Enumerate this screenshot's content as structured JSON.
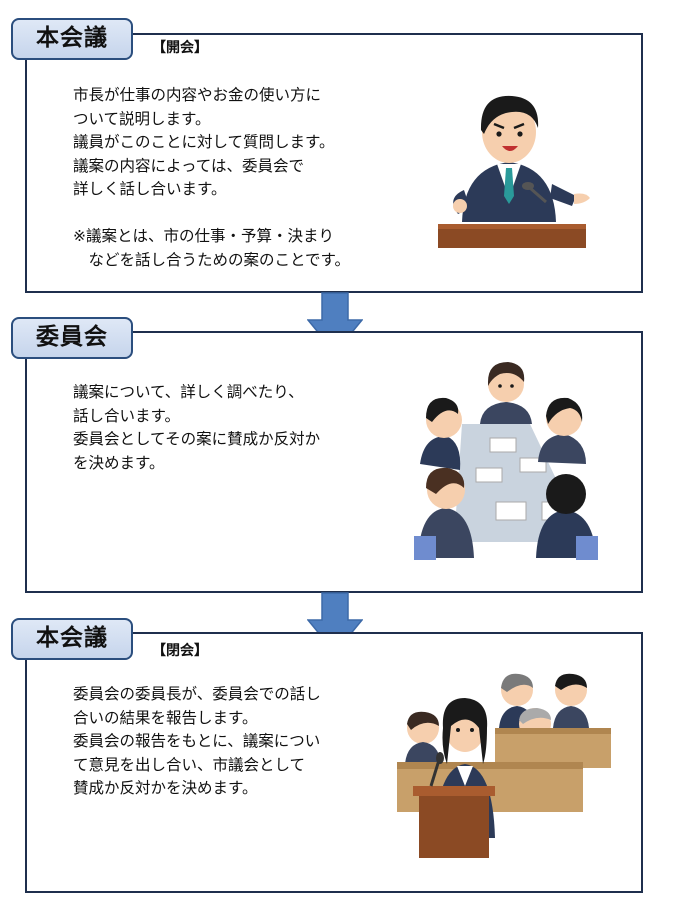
{
  "sections": [
    {
      "title": "本会議",
      "note": "【開会】",
      "text": "市長が仕事の内容やお金の使い方に\nついて説明します。\n議員がこのことに対して質問します。\n議案の内容によっては、委員会で\n詳しく話し合います。\n\n※議案とは、市の仕事・予算・決まり\n　などを話し合うための案のことです。"
    },
    {
      "title": "委員会",
      "text": "議案について、詳しく調べたり、\n話し合います。\n委員会としてその案に賛成か反対か\nを決めます。"
    },
    {
      "title": "本会議",
      "note": "【閉会】",
      "text": "委員会の委員長が、委員会での話し\n合いの結果を報告します。\n委員会の報告をもとに、議案につい\nて意見を出し合い、市議会として\n賛成か反対かを決めます。"
    }
  ],
  "colors": {
    "tab_fill": "#c6d5ec",
    "tab_border": "#2b4e7e",
    "box_border": "#1f2f4d",
    "arrow": "#4f7fc0"
  },
  "icons": {
    "section1": "mayor-speaking-at-podium-illustration",
    "section2": "committee-meeting-table-illustration",
    "section3": "chairperson-report-assembly-illustration",
    "flow": "down-arrow-icon"
  }
}
